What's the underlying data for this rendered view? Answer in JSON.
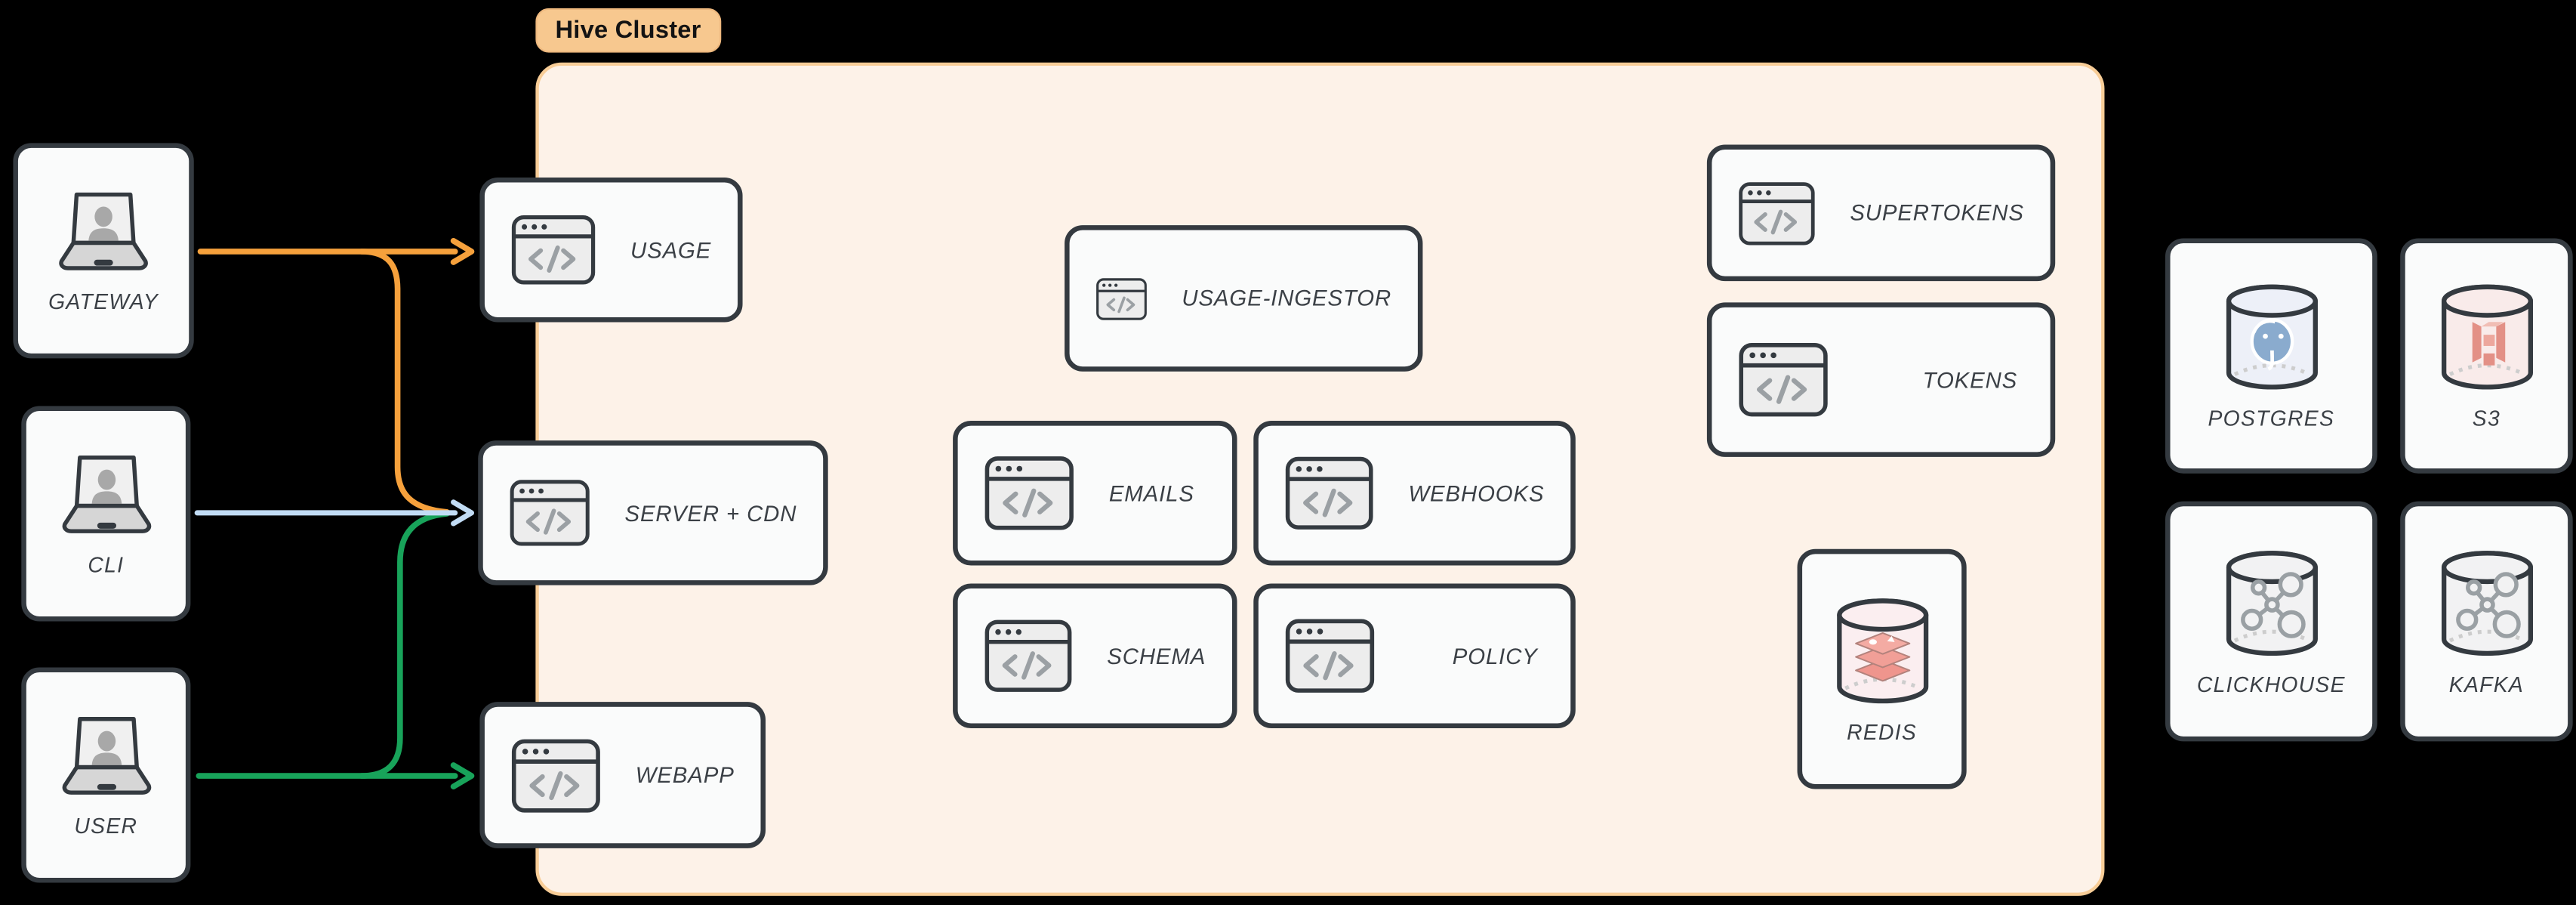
{
  "diagram": {
    "cluster_label": "Hive Cluster",
    "clients": [
      {
        "id": "gateway",
        "label": "GATEWAY",
        "icon": "laptop-user-icon"
      },
      {
        "id": "cli",
        "label": "CLI",
        "icon": "laptop-user-icon"
      },
      {
        "id": "user",
        "label": "USER",
        "icon": "laptop-user-icon"
      }
    ],
    "services": [
      {
        "id": "usage",
        "label": "USAGE",
        "icon": "code-window-icon"
      },
      {
        "id": "server-cdn",
        "label": "SERVER + CDN",
        "icon": "code-window-icon"
      },
      {
        "id": "webapp",
        "label": "WEBAPP",
        "icon": "code-window-icon"
      },
      {
        "id": "usage-ingestor",
        "label": "USAGE-INGESTOR",
        "icon": "code-window-icon"
      },
      {
        "id": "emails",
        "label": "EMAILS",
        "icon": "code-window-icon"
      },
      {
        "id": "webhooks",
        "label": "WEBHOOKS",
        "icon": "code-window-icon"
      },
      {
        "id": "schema",
        "label": "SCHEMA",
        "icon": "code-window-icon"
      },
      {
        "id": "policy",
        "label": "POLICY",
        "icon": "code-window-icon"
      },
      {
        "id": "supertokens",
        "label": "SUPERTOKENS",
        "icon": "code-window-icon"
      },
      {
        "id": "tokens",
        "label": "TOKENS",
        "icon": "code-window-icon"
      }
    ],
    "cluster_datastores": [
      {
        "id": "redis",
        "label": "REDIS",
        "icon": "redis-cylinder-icon"
      }
    ],
    "external_datastores": [
      {
        "id": "postgres",
        "label": "POSTGRES",
        "icon": "postgres-cylinder-icon"
      },
      {
        "id": "s3",
        "label": "S3",
        "icon": "s3-cylinder-icon"
      },
      {
        "id": "clickhouse",
        "label": "CLICKHOUSE",
        "icon": "molecule-cylinder-icon"
      },
      {
        "id": "kafka",
        "label": "KAFKA",
        "icon": "molecule-cylinder-icon"
      }
    ],
    "edges": [
      {
        "from": "GATEWAY",
        "to": "USAGE",
        "color": "#f6a13c"
      },
      {
        "from": "GATEWAY",
        "to": "SERVER + CDN",
        "color": "#f6a13c"
      },
      {
        "from": "CLI",
        "to": "SERVER + CDN",
        "color": "#c2dcf5"
      },
      {
        "from": "USER",
        "to": "SERVER + CDN",
        "color": "#18a35a"
      },
      {
        "from": "USER",
        "to": "WEBAPP",
        "color": "#18a35a"
      }
    ],
    "colors": {
      "gateway_flow": "#f6a13c",
      "cli_flow": "#c2dcf5",
      "user_flow": "#18a35a",
      "cluster_fill": "#fdf2e8",
      "cluster_border": "#f8cd97",
      "badge_fill": "#f7c88f",
      "node_border": "#343a40",
      "node_fill": "#fafbfb",
      "background": "#000000"
    }
  }
}
